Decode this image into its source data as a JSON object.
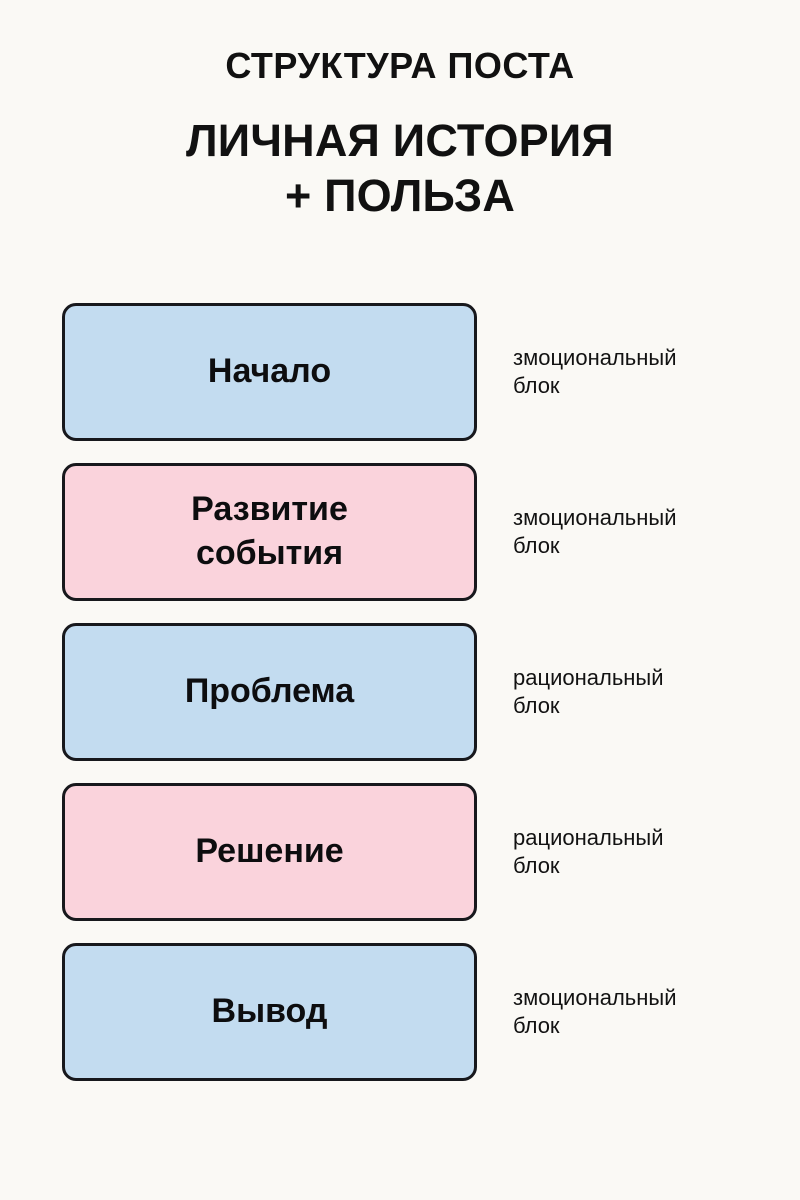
{
  "header": {
    "title": "СТРУКТУРА ПОСТА",
    "subtitle_line1": "ЛИЧНАЯ ИСТОРИЯ",
    "subtitle_line2": "+ ПОЛЬЗА"
  },
  "colors": {
    "background": "#faf9f5",
    "blue_block": "#c3dcf0",
    "pink_block": "#fad3dc",
    "block_border": "#17181c",
    "text": "#111111"
  },
  "blocks": [
    {
      "label": "Начало",
      "caption": "змоциональный\nблок",
      "color": "blue"
    },
    {
      "label": "Развитие\nсобытия",
      "caption": "змоциональный\nблок",
      "color": "pink"
    },
    {
      "label": "Проблема",
      "caption": "рациональный\nблок",
      "color": "blue"
    },
    {
      "label": "Решение",
      "caption": "рациональный\nблок",
      "color": "pink"
    },
    {
      "label": "Вывод",
      "caption": "змоциональный\nблок",
      "color": "blue"
    }
  ]
}
